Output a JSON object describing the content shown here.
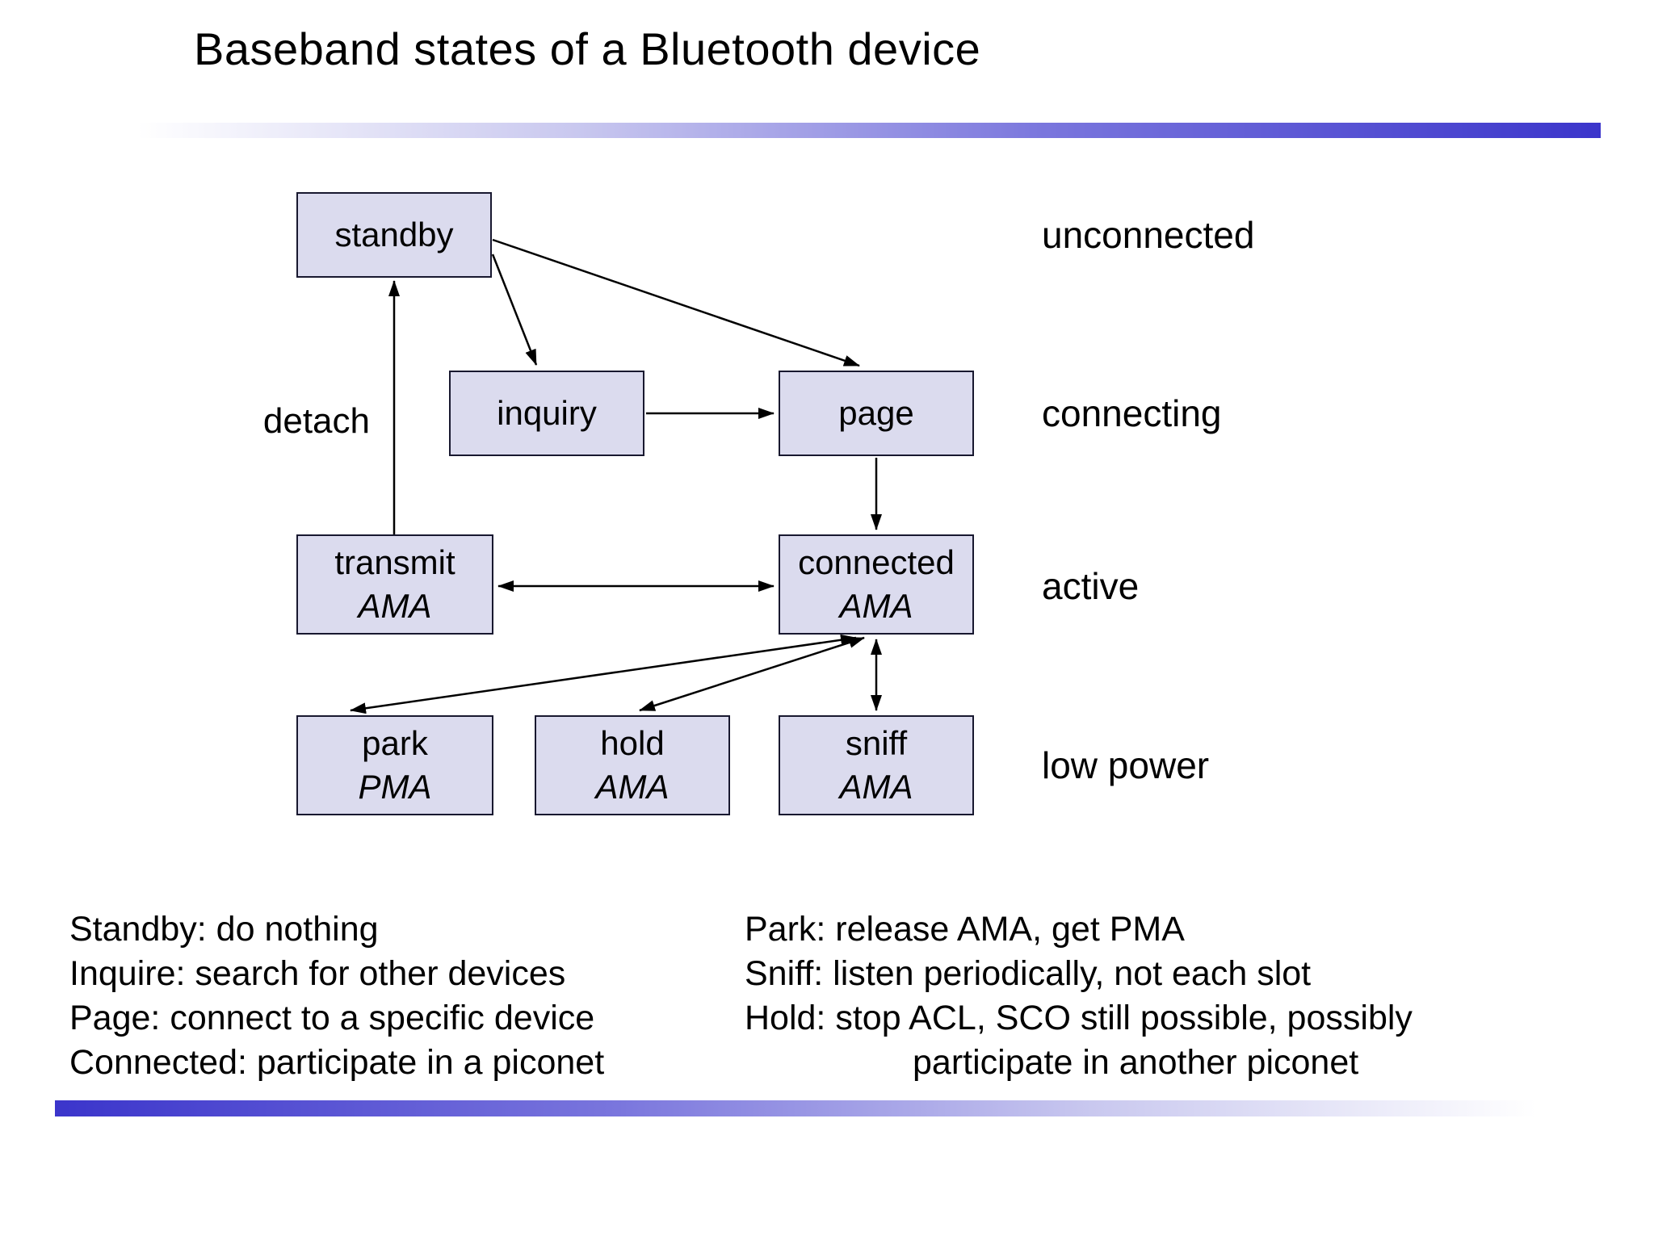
{
  "title": "Baseband states of a Bluetooth device",
  "colors": {
    "accent_blue": "#3b35cb",
    "box_fill": "#dbdbee",
    "box_border": "#18182f",
    "arrow": "#000000"
  },
  "diagram": {
    "nodes": [
      {
        "id": "standby",
        "label": "standby",
        "sublabel": ""
      },
      {
        "id": "inquiry",
        "label": "inquiry",
        "sublabel": ""
      },
      {
        "id": "page",
        "label": "page",
        "sublabel": ""
      },
      {
        "id": "transmit",
        "label": "transmit",
        "sublabel": "AMA"
      },
      {
        "id": "connected",
        "label": "connected",
        "sublabel": "AMA"
      },
      {
        "id": "park",
        "label": "park",
        "sublabel": "PMA"
      },
      {
        "id": "hold",
        "label": "hold",
        "sublabel": "AMA"
      },
      {
        "id": "sniff",
        "label": "sniff",
        "sublabel": "AMA"
      }
    ],
    "edge_label": "detach",
    "phase_labels": [
      "unconnected",
      "connecting",
      "active",
      "low power"
    ]
  },
  "legend": {
    "left": [
      "Standby: do nothing",
      "Inquire: search for other devices",
      "Page: connect to a specific device",
      "Connected: participate in a piconet"
    ],
    "right": [
      "Park: release AMA, get PMA",
      "Sniff: listen periodically, not each slot",
      "Hold: stop ACL, SCO still possible, possibly",
      "participate in another piconet"
    ]
  }
}
